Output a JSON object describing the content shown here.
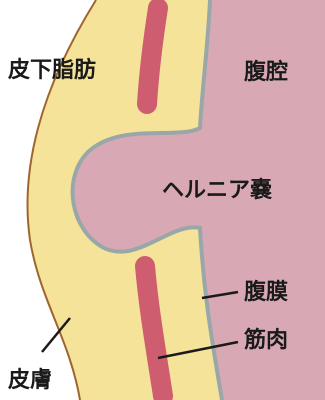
{
  "labels": {
    "subcutaneous_fat": "皮下脂肪",
    "abdominal_cavity": "腹腔",
    "hernia_sac": "ヘルニア嚢",
    "peritoneum": "腹膜",
    "muscle": "筋肉",
    "skin": "皮膚"
  },
  "colors": {
    "fat": "#f6e39a",
    "cavity": "#d8a9b4",
    "muscle": "#cf5d70",
    "peritoneum_line": "#9aa7a8",
    "skin_line": "#a0652d",
    "leader_line": "#1a1a1a"
  }
}
